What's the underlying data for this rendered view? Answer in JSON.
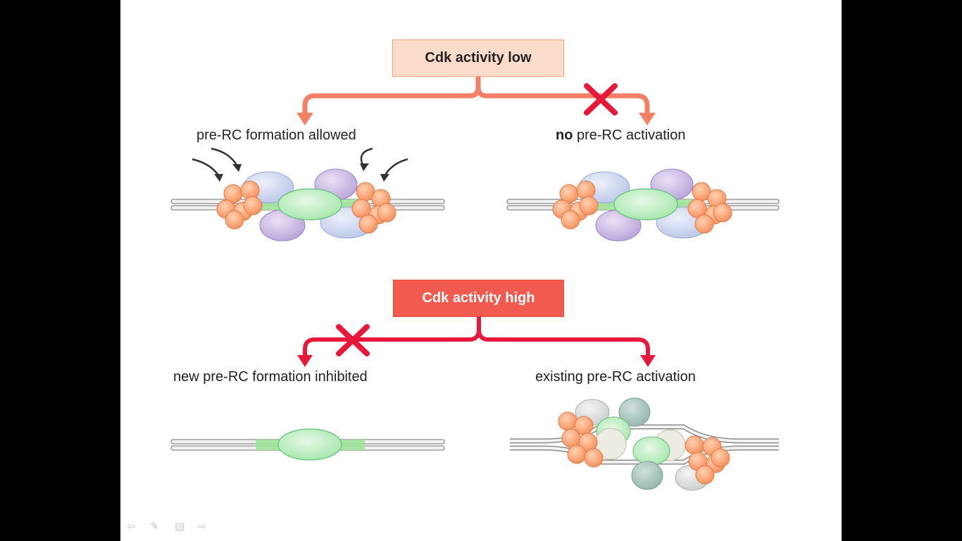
{
  "boxes": {
    "low": "Cdk activity low",
    "high": "Cdk activity high"
  },
  "labels": {
    "formation_allowed": "pre-RC formation allowed",
    "no_activation_bold": "no",
    "no_activation_rest": " pre-RC activation",
    "formation_inhibited": "new pre-RC formation inhibited",
    "existing_activation": "existing pre-RC activation"
  },
  "colors": {
    "low_arrow": "#f47f65",
    "high_arrow": "#e8183a",
    "x_mark": "#e8183a",
    "orc_orange": "#f7a578",
    "mcm_blue": "#c9d3ec",
    "mcm_purple": "#c8b4de",
    "origin_green": "#b7eabb"
  },
  "navigation": {
    "prev": "⇦",
    "pen": "✎",
    "menu": "▤",
    "next": "⇨"
  }
}
